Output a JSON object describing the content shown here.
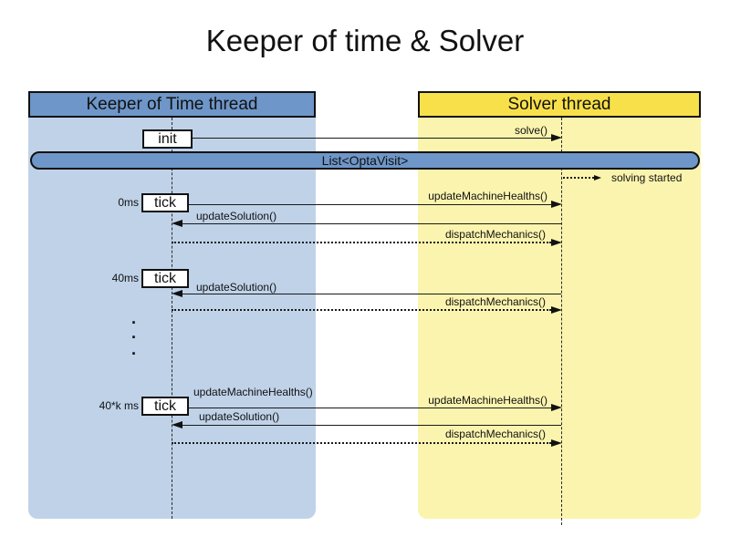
{
  "title": "Keeper of time & Solver",
  "lanes": {
    "keeper": {
      "header": "Keeper of Time thread"
    },
    "solver": {
      "header": "Solver thread"
    }
  },
  "shared": {
    "init_label": "init",
    "solve_msg": "solve()",
    "list_bar": "List<OptaVisit>",
    "solving_started": "solving started",
    "tick_label": "tick"
  },
  "msgs": {
    "update_machine_healths": "updateMachineHealths()",
    "update_solution": "updateSolution()",
    "dispatch_mechanics": "dispatchMechanics()"
  },
  "ticks": [
    {
      "time": "0ms"
    },
    {
      "time": "40ms"
    },
    {
      "time": "40*k ms"
    }
  ],
  "ellipsis": {
    "dot": "."
  },
  "colors": {
    "header_blue": "#6e96c8",
    "lane_blue": "#bfd2e8",
    "header_yellow": "#f8e04a",
    "lane_yellow": "#fbf4ae",
    "bar_fill": "#6e96c8",
    "line": "#1a1a1a"
  }
}
